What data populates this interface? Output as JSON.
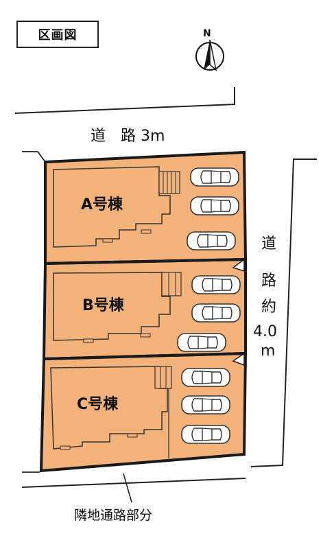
{
  "title": "区画図",
  "compass": {
    "label": "N"
  },
  "roads": {
    "top": "道　路 3m",
    "right_chars": [
      "道",
      "路",
      "約",
      "4.0",
      "m"
    ],
    "bottom": "隣地通路部分"
  },
  "lots": [
    {
      "label": "A号棟",
      "parking_spaces": 3
    },
    {
      "label": "B号棟",
      "parking_spaces": 3
    },
    {
      "label": "C号棟",
      "parking_spaces": 3
    }
  ],
  "colors": {
    "lot_fill": "#F2B27A",
    "outline": "#1a1a1a",
    "building_fill": "#F2B27A"
  }
}
